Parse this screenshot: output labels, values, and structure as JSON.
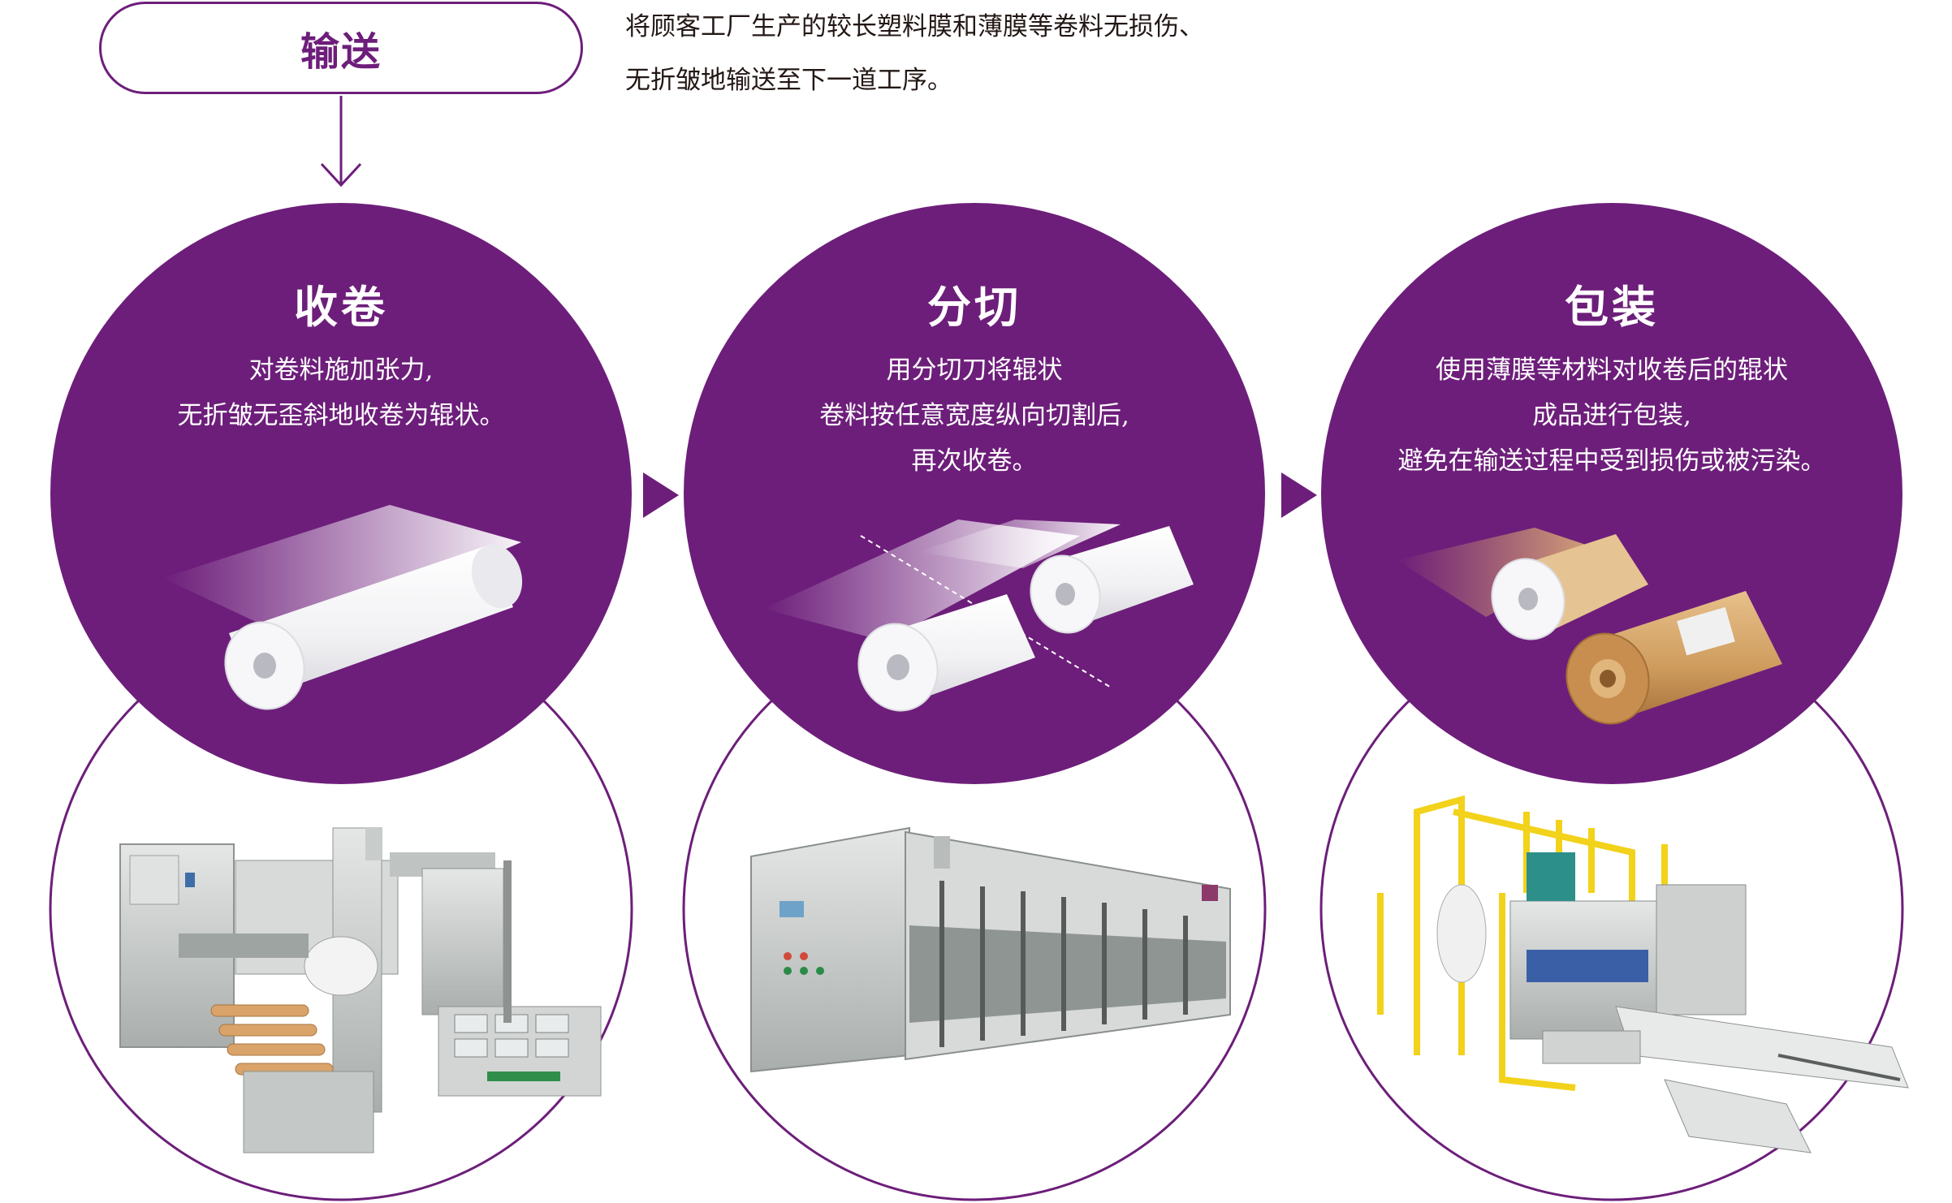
{
  "header": {
    "transport_label": "输送",
    "intro_lines": [
      "将顾客工厂生产的较长塑料膜和薄膜等卷料无损伤、",
      "无折皱地输送至下一道工序。"
    ]
  },
  "steps": [
    {
      "title": "收卷",
      "desc_lines": [
        "对卷料施加张力,",
        "无折皱无歪斜地收卷为辊状。"
      ],
      "machine_icon": "winding-machine-photo"
    },
    {
      "title": "分切",
      "desc_lines": [
        "用分切刀将辊状",
        "卷料按任意宽度纵向切割后,",
        "再次收卷。"
      ],
      "machine_icon": "slitting-machine-photo"
    },
    {
      "title": "包装",
      "desc_lines": [
        "使用薄膜等材料对收卷后的辊状",
        "成品进行包装,",
        "避免在输送过程中受到损伤或被污染。"
      ],
      "machine_icon": "packaging-machine-photo"
    }
  ],
  "colors": {
    "brand_purple": "#6d1e7a",
    "text_dark": "#231815",
    "roll_white": "#f4f4f6",
    "wrap_kraft": "#c8955a",
    "machine_gray": "#c9ccc9",
    "guard_yellow": "#f2d21a"
  }
}
